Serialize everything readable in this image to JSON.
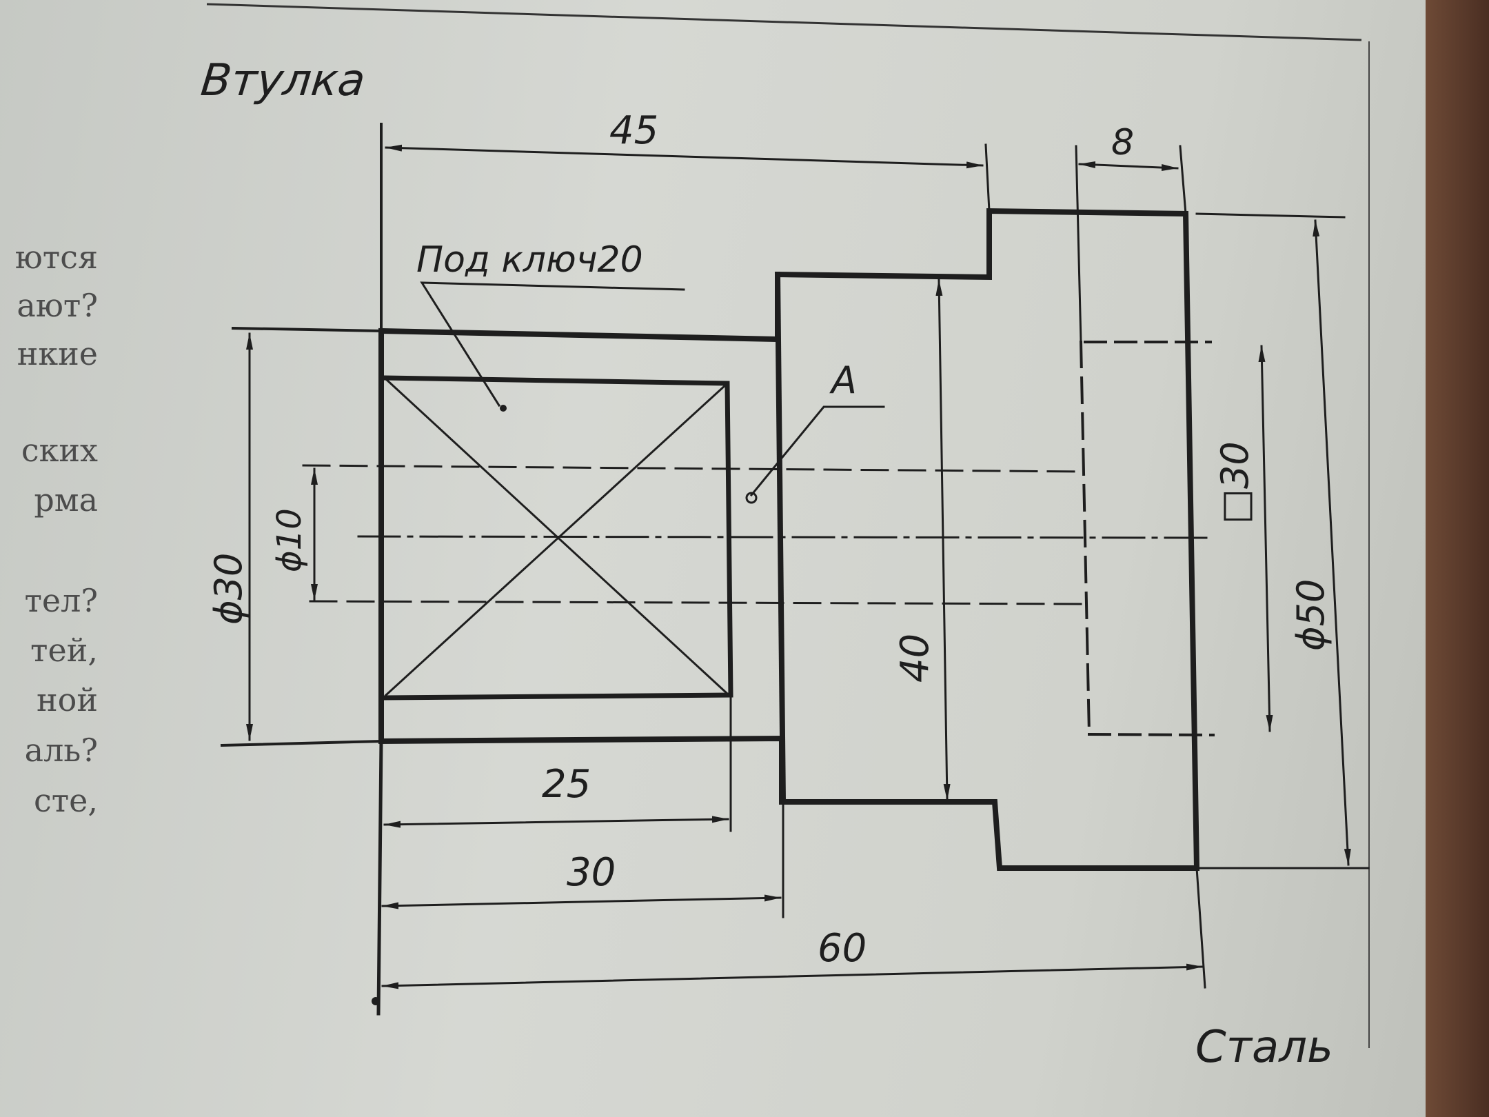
{
  "title": "Втулка",
  "material": "Сталь",
  "leader_note": "Под ключ20",
  "point_label": "А",
  "dimensions": {
    "d45": "45",
    "d8": "8",
    "d25": "25",
    "d30": "30",
    "d60": "60",
    "d40": "40",
    "phi30": "ϕ30",
    "phi10": "ϕ10",
    "phi50": "ϕ50",
    "sq30": "□30"
  },
  "page_edge_text": [
    "ются",
    "ают?",
    "нкие",
    "ских",
    "рма",
    "тел?",
    "тей,",
    "ной",
    "аль?",
    "сте,"
  ]
}
